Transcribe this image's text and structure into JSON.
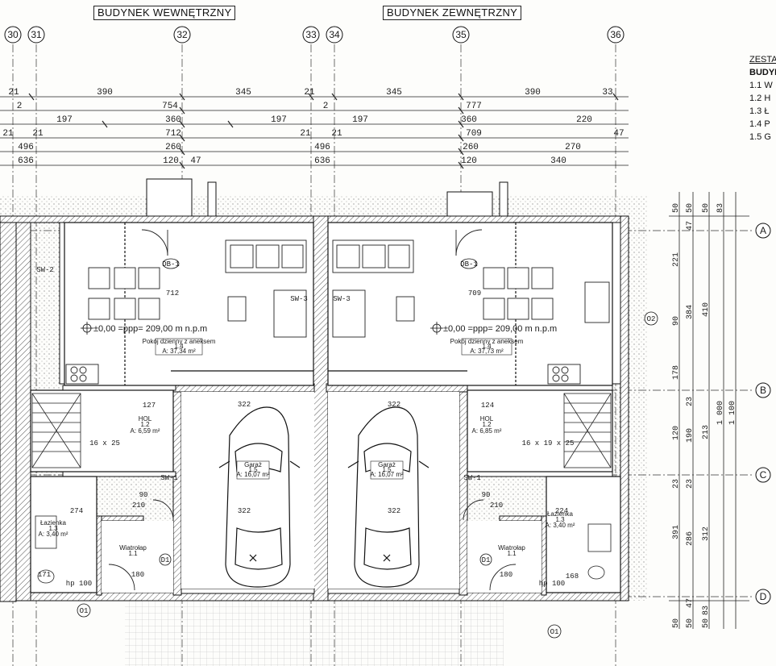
{
  "headings": {
    "left_building": "BUDYNEK WEWNĘTRZNY",
    "right_building": "BUDYNEK ZEWNĘTRZNY"
  },
  "grid_axes": {
    "vertical": [
      "30",
      "31",
      "32",
      "33",
      "34",
      "35",
      "36"
    ],
    "horizontal": [
      "A",
      "B",
      "C",
      "D"
    ]
  },
  "dimension_rows": {
    "row1": [
      "21",
      "390",
      "345",
      "21",
      "345",
      "390",
      "33"
    ],
    "row2": [
      "2",
      "754",
      "2",
      "777"
    ],
    "row3": [
      "197",
      "360",
      "197",
      "197",
      "360",
      "220"
    ],
    "row4": [
      "21",
      "21",
      "712",
      "21",
      "21",
      "709",
      "47"
    ],
    "row5": [
      "496",
      "260",
      "496",
      "260",
      "270"
    ],
    "row6": [
      "636",
      "120",
      "47",
      "636",
      "120",
      "340"
    ]
  },
  "right_dimensions": {
    "col1": [
      "50",
      "221",
      "90",
      "178",
      "120",
      "23",
      "391",
      "50"
    ],
    "col2": [
      "50",
      "47",
      "384",
      "23",
      "190",
      "23",
      "286",
      "47",
      "50"
    ],
    "col3": [
      "50",
      "410",
      "213",
      "312",
      "83",
      "50"
    ],
    "col4": [
      "83",
      "1 000",
      "1 100"
    ]
  },
  "rooms": {
    "left_living": {
      "label": "Pokój dzienny z aneksem",
      "num": "1.4",
      "area": "A: 37,34 m²"
    },
    "right_living": {
      "label": "Pokój dzienny z aneksem",
      "num": "1.4",
      "area": "A: 37,73 m²"
    },
    "left_garage": {
      "label": "Garaż",
      "num": "1.5",
      "area": "A: 16,07 m²"
    },
    "right_garage": {
      "label": "Garaż",
      "num": "1.5",
      "area": "A: 16,07 m²"
    },
    "left_hall": {
      "label": "HOL",
      "num": "1.2",
      "area": "A: 6,59 m²"
    },
    "right_hall": {
      "label": "HOL",
      "num": "1.2",
      "area": "A: 6,85 m²"
    },
    "left_bath": {
      "label": "Łazienka",
      "num": "1.3",
      "area": "A: 3,40 m²"
    },
    "right_bath": {
      "label": "Łazienka",
      "num": "1.3",
      "area": "A: 3,40 m²"
    },
    "left_vest": {
      "label": "Wiatrołap",
      "num": "1.1"
    },
    "right_vest": {
      "label": "Wiatrołap",
      "num": "1.1"
    }
  },
  "levels": {
    "left": "±0,00 =ppp= 209,00 m n.p.m",
    "right": "±0,00 =ppp= 209,00 m n.p.m"
  },
  "plan_labels": {
    "dim_712": "712",
    "dim_709": "709",
    "dim_322a": "322",
    "dim_322b": "322",
    "dim_322c": "322",
    "dim_322d": "322",
    "dim_127": "127",
    "dim_124": "124",
    "dim_274": "274",
    "dim_224": "224",
    "dim_210a": "210",
    "dim_210b": "210",
    "dim_90a": "90",
    "dim_90b": "90",
    "dim_171": "171",
    "dim_168": "168",
    "dim_180a": "180",
    "dim_180b": "180",
    "stairs_left": "16 x 25",
    "stairs_right": "16 x 19 x 25",
    "db1": "DB-1",
    "d1": "D1",
    "hp100": "hp 100",
    "sw1": "SW-1",
    "sw2": "SW-2",
    "sw3": "SW-3",
    "o1": "O1",
    "o2": "O2"
  },
  "legend": {
    "title": "ZESTAWIENIE",
    "subtitle": "BUDYNEK",
    "items": [
      "1.1 W",
      "1.2 H",
      "1.3 Ł",
      "1.4 P",
      "1.5 G"
    ]
  },
  "colors": {
    "ink": "#1a1a1a",
    "hatch": "#888888",
    "paper": "#fdfdfb"
  }
}
